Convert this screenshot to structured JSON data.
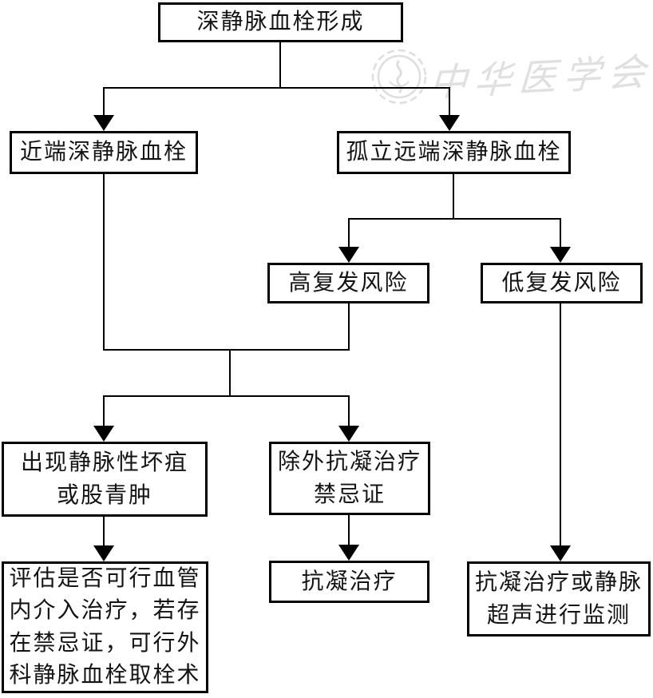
{
  "diagram": {
    "type": "flowchart",
    "language": "zh-CN",
    "background_color": "#ffffff",
    "line_color": "#000000",
    "text_color": "#141414"
  },
  "watermark": {
    "text": "中华医学会",
    "logo": "chinese-medical-association-seal",
    "color": "#e0e0e0"
  },
  "nodes": [
    {
      "id": "dvt",
      "lines": [
        "深静脉血栓形成"
      ]
    },
    {
      "id": "proximal",
      "lines": [
        "近端深静脉血栓"
      ]
    },
    {
      "id": "distal",
      "lines": [
        "孤立远端深静脉血栓"
      ]
    },
    {
      "id": "high",
      "lines": [
        "高复发风险"
      ]
    },
    {
      "id": "low",
      "lines": [
        "低复发风险"
      ]
    },
    {
      "id": "gangrene",
      "lines": [
        "出现静脉性坏疽",
        "或股青肿"
      ]
    },
    {
      "id": "contra",
      "lines": [
        "除外抗凝治疗",
        "禁忌证"
      ]
    },
    {
      "id": "assess",
      "lines": [
        "评估是否可行血管",
        "内介入治疗，若存",
        "在禁忌证，可行外",
        "科静脉血栓取栓术"
      ]
    },
    {
      "id": "anticoag",
      "lines": [
        "抗凝治疗"
      ]
    },
    {
      "id": "monitor",
      "lines": [
        "抗凝治疗或静脉",
        "超声进行监测"
      ]
    }
  ],
  "edges": [
    {
      "from": "dvt",
      "to": "proximal"
    },
    {
      "from": "dvt",
      "to": "distal"
    },
    {
      "from": "distal",
      "to": "high"
    },
    {
      "from": "distal",
      "to": "low"
    },
    {
      "from": "proximal",
      "to": "gangrene"
    },
    {
      "from": "proximal",
      "to": "contra"
    },
    {
      "from": "high",
      "to": "gangrene"
    },
    {
      "from": "high",
      "to": "contra"
    },
    {
      "from": "gangrene",
      "to": "assess"
    },
    {
      "from": "contra",
      "to": "anticoag"
    },
    {
      "from": "low",
      "to": "monitor"
    }
  ]
}
